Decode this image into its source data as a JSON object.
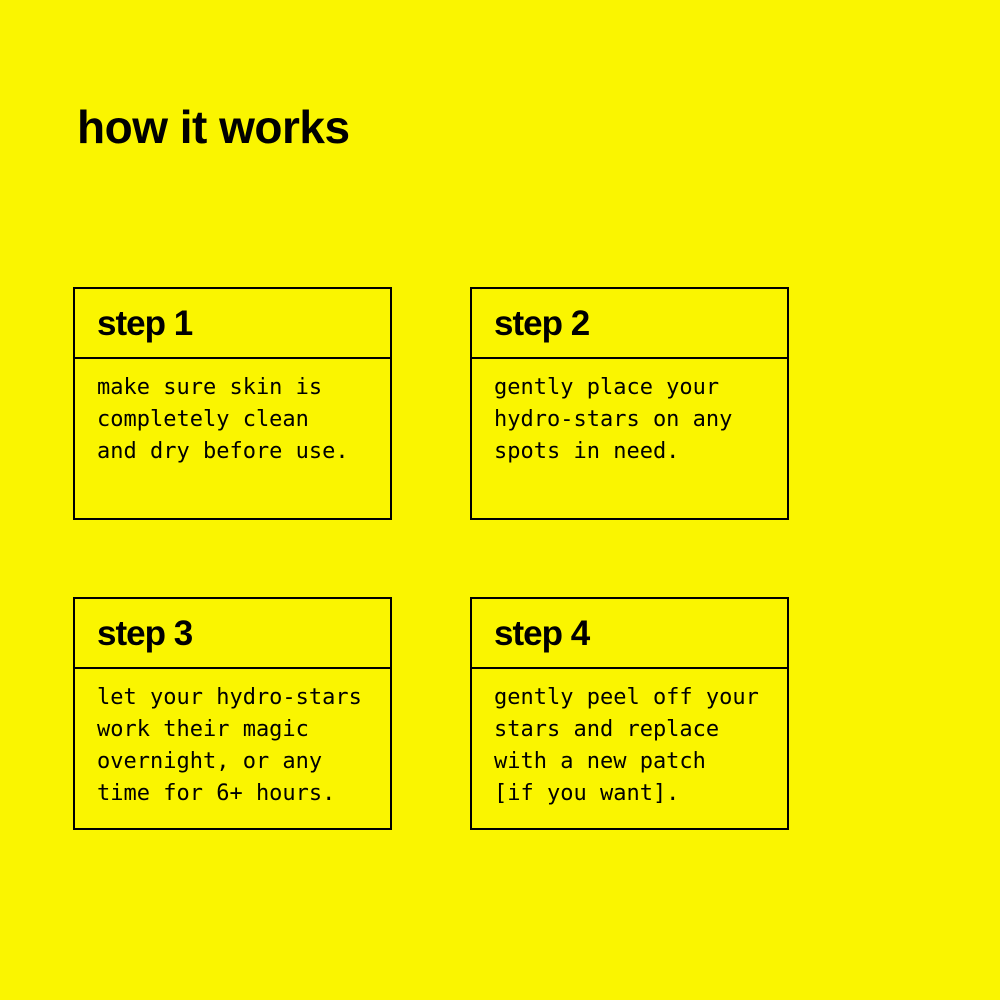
{
  "page": {
    "background_color": "#FAF500",
    "text_color": "#000000",
    "border_color": "#000000",
    "title": "how it works"
  },
  "steps": [
    {
      "label": "step 1",
      "lines": [
        "make sure skin is",
        "completely clean",
        "and dry before use."
      ]
    },
    {
      "label": "step 2",
      "lines": [
        "gently place your",
        "hydro-stars on any",
        "spots in need."
      ]
    },
    {
      "label": "step 3",
      "lines": [
        "let your hydro-stars",
        "work their magic",
        "overnight, or any",
        "time for 6+ hours."
      ]
    },
    {
      "label": "step 4",
      "lines": [
        "gently peel off your",
        "stars and replace",
        "with a new patch",
        "[if you want]."
      ]
    }
  ]
}
